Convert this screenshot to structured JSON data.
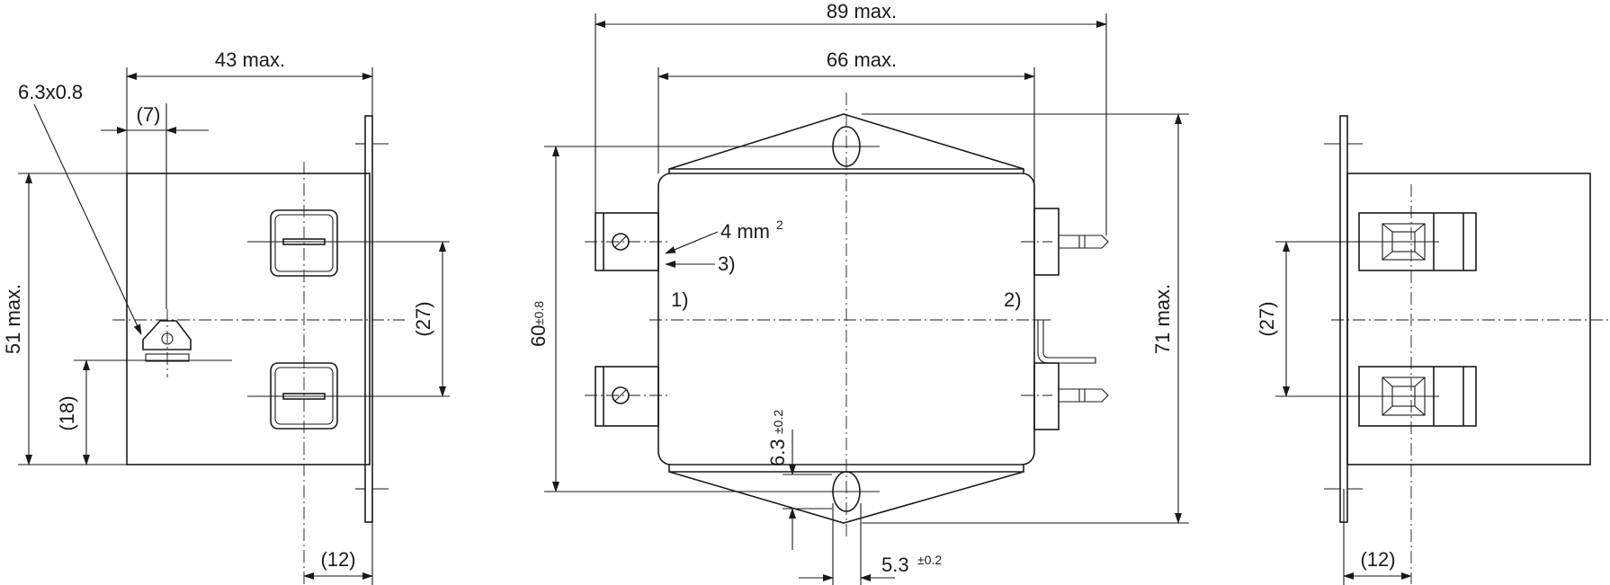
{
  "left_view": {
    "dim_width": "43 max.",
    "dim_height": "51 max.",
    "dim_terminal_size": "6.3x0.8",
    "dim_terminal_offset": "(7)",
    "dim_terminal_pitch": "(27)",
    "dim_ground_height": "(18)",
    "dim_flange_offset": "(12)"
  },
  "center_view": {
    "dim_overall_width": "89 max.",
    "dim_body_width": "66 max.",
    "dim_mount_pitch": "60",
    "dim_mount_pitch_tol": "±0.8",
    "dim_overall_height": "71 max.",
    "dim_slot_width": "6.3",
    "dim_slot_width_tol": "±0.2",
    "dim_slot_height": "5.3",
    "dim_slot_height_tol": "±0.2",
    "wire_size": "4 mm",
    "wire_size_sup": "2",
    "note_3": "3)",
    "note_1": "1)",
    "note_2": "2)"
  },
  "right_view": {
    "dim_terminal_pitch": "(27)",
    "dim_flange_offset": "(12)"
  }
}
